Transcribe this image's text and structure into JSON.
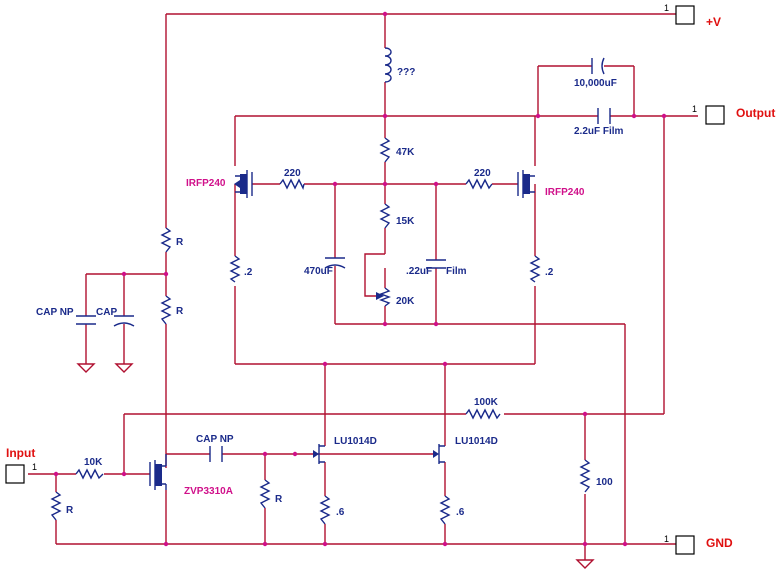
{
  "ports": {
    "vplus": {
      "label": "+V",
      "pin": "1"
    },
    "output": {
      "label": "Output",
      "pin": "1"
    },
    "gnd": {
      "label": "GND",
      "pin": "1"
    },
    "input": {
      "label": "Input",
      "pin": "1"
    }
  },
  "components": {
    "inductor": "???",
    "cap_big": "10,000uF",
    "cap_out": "2.2uF  Film",
    "r_47k": "47K",
    "r_15k": "15K",
    "pot_20k": "20K",
    "r_220_left": "220",
    "r_220_right": "220",
    "fet_left": "IRFP240",
    "fet_right": "IRFP240",
    "cap_470": "470uF",
    "cap_22": ".22uF",
    "cap_22_film": "Film",
    "r_src_left": ".2",
    "r_src_right": ".2",
    "r_bias_top": "R",
    "r_bias_bot": "R",
    "cap_np": "CAP NP",
    "cap": "CAP",
    "r_100k": "100K",
    "cap_np2": "CAP NP",
    "r_10k": "10K",
    "zvp": "ZVP3310A",
    "r_in": "R",
    "r_gate": "R",
    "jfet_left": "LU1014D",
    "jfet_right": "LU1014D",
    "r_s_left": ".6",
    "r_s_right": ".6",
    "r_100": "100"
  }
}
